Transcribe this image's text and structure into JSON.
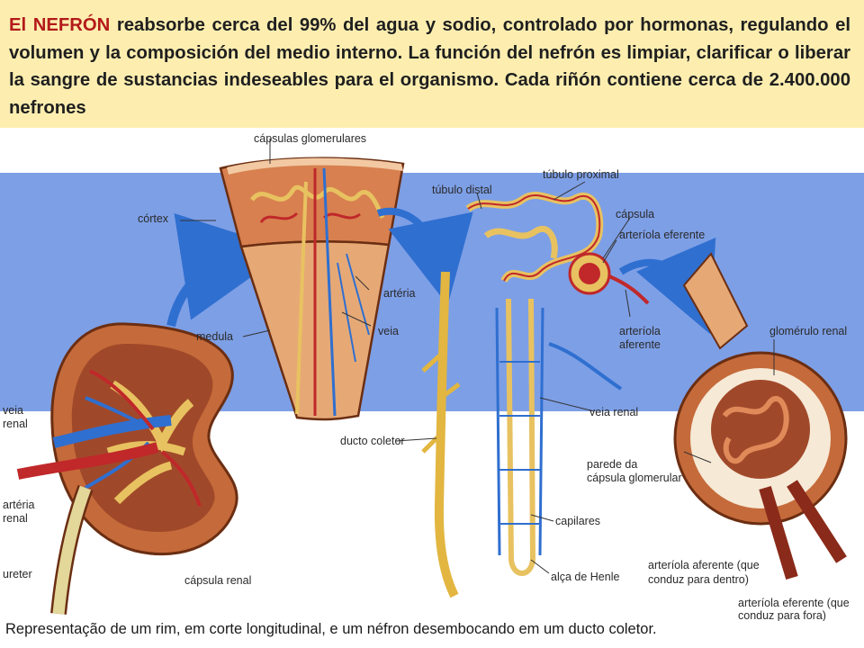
{
  "header": {
    "lead": "El NEFRÓN",
    "text": " reabsorbe cerca del 99% del agua y sodio, controlado por hormonas, regulando el volumen y la composición del medio interno. La función del nefrón es limpiar, clarificar o liberar la sangre de sustancias  indeseables para el organismo. Cada riñón contiene cerca de 2.400.000 nefrones"
  },
  "labels": {
    "capsulas_glomerulares": "cápsulas glomerulares",
    "cortex": "córtex",
    "medula": "medula",
    "arteria": "artéria",
    "veia": "veia",
    "veia_renal_1": "veia",
    "veia_renal_2": "renal",
    "arteria_renal_1": "artéria",
    "arteria_renal_2": "renal",
    "ureter": "ureter",
    "capsula_renal": "cápsula renal",
    "ducto_coletor": "ducto coletor",
    "tubulo_distal": "túbulo distal",
    "tubulo_proximal": "túbulo proximal",
    "capsula": "cápsula",
    "arteriola_eferente": "arteríola eferente",
    "arteriola_aferente_1": "arteríola",
    "arteriola_aferente_2": "aferente",
    "veia_renal_nephron": "veia renal",
    "capilares": "capilares",
    "alca_de_henle": "alça de Henle",
    "glomerulo_renal": "glomérulo renal",
    "parede_1": "parede da",
    "parede_2": "cápsula glomerular",
    "aferente_que_1": "arteríola aferente (que",
    "aferente_que_2": "conduz para dentro)",
    "eferente_que_1": "arteríola eferente (que",
    "eferente_que_2": "conduz para fora)"
  },
  "caption": "Representação de um rim, em corte longitudinal, e um néfron desembocando em um ducto coletor.",
  "colors": {
    "band": "#7d9fe6",
    "header_bg": "#fdeeb0",
    "lead": "#b31a1a",
    "tissue": "#c8743f",
    "vein": "#2f6fd0",
    "artery": "#c0282a",
    "tubule": "#f0d050"
  }
}
